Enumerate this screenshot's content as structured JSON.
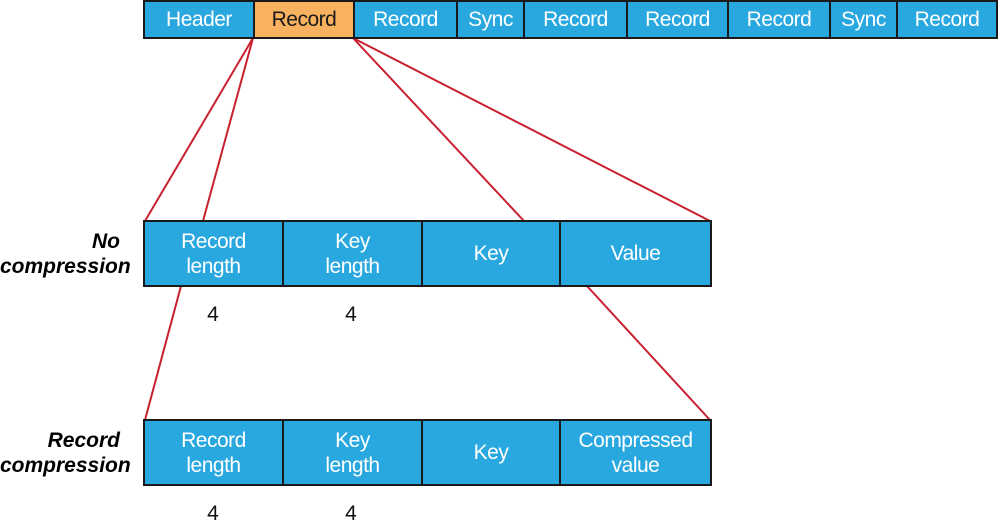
{
  "top_row": [
    {
      "label": "Header"
    },
    {
      "label": "Record"
    },
    {
      "label": "Record"
    },
    {
      "label": "Sync"
    },
    {
      "label": "Record"
    },
    {
      "label": "Record"
    },
    {
      "label": "Record"
    },
    {
      "label": "Sync"
    },
    {
      "label": "Record"
    }
  ],
  "no_compression": {
    "label": "No\ncompression",
    "cells": [
      "Record\nlength",
      "Key\nlength",
      "Key",
      "Value"
    ],
    "sizes": [
      "4",
      "4"
    ]
  },
  "record_compression": {
    "label": "Record\ncompression",
    "cells": [
      "Record\nlength",
      "Key\nlength",
      "Key",
      "Compressed\nvalue"
    ],
    "sizes": [
      "4",
      "4"
    ]
  },
  "colors": {
    "cell_fill": "#29a8e0",
    "highlight_fill": "#f7b15f",
    "connector": "#c8202f",
    "border": "#1a1a1a"
  }
}
